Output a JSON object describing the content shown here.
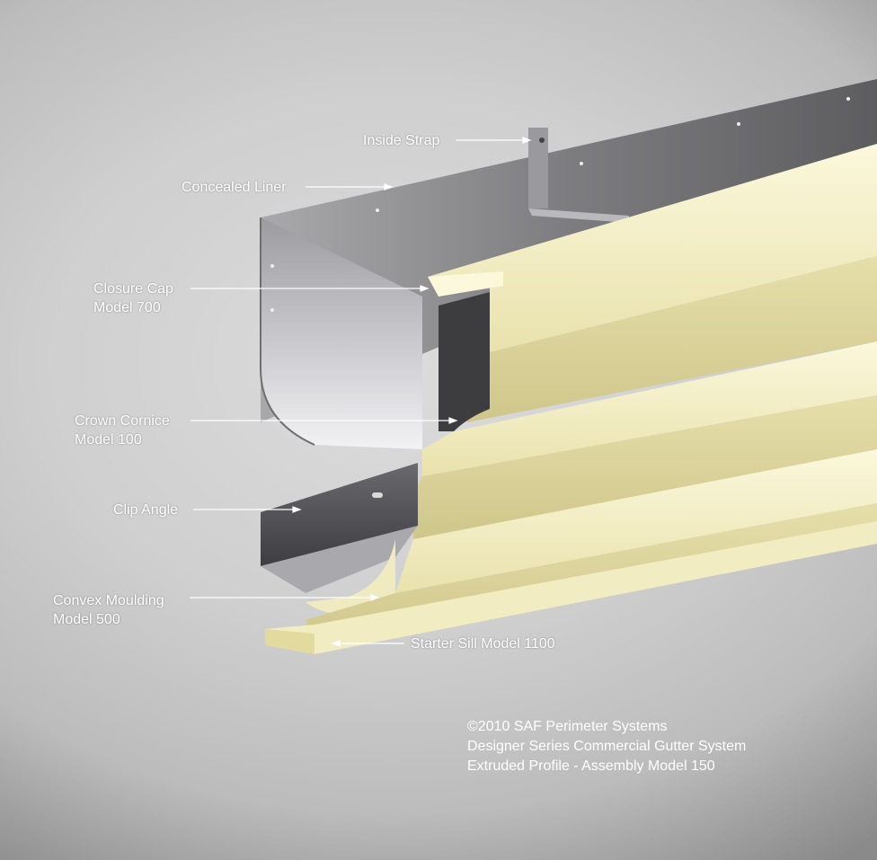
{
  "callouts": {
    "inside_strap": "Inside Strap",
    "concealed_liner": "Concealed Liner",
    "closure_cap": {
      "line1": "Closure Cap",
      "line2": "Model 700"
    },
    "crown_cornice": {
      "line1": "Crown Cornice",
      "line2": "Model 100"
    },
    "clip_angle": "Clip Angle",
    "convex_moulding": {
      "line1": "Convex Moulding",
      "line2": "Model 500"
    },
    "starter_sill": "Starter Sill Model 1100"
  },
  "credits": {
    "line1": "©2010 SAF Perimeter Systems",
    "line2": "Designer Series Commercial Gutter System",
    "line3": "Extruded Profile - Assembly Model 150"
  },
  "colors": {
    "extrusion_cream": "#f4efc4",
    "liner_metal": "#8c8c8e",
    "label_text": "#ffffff"
  }
}
